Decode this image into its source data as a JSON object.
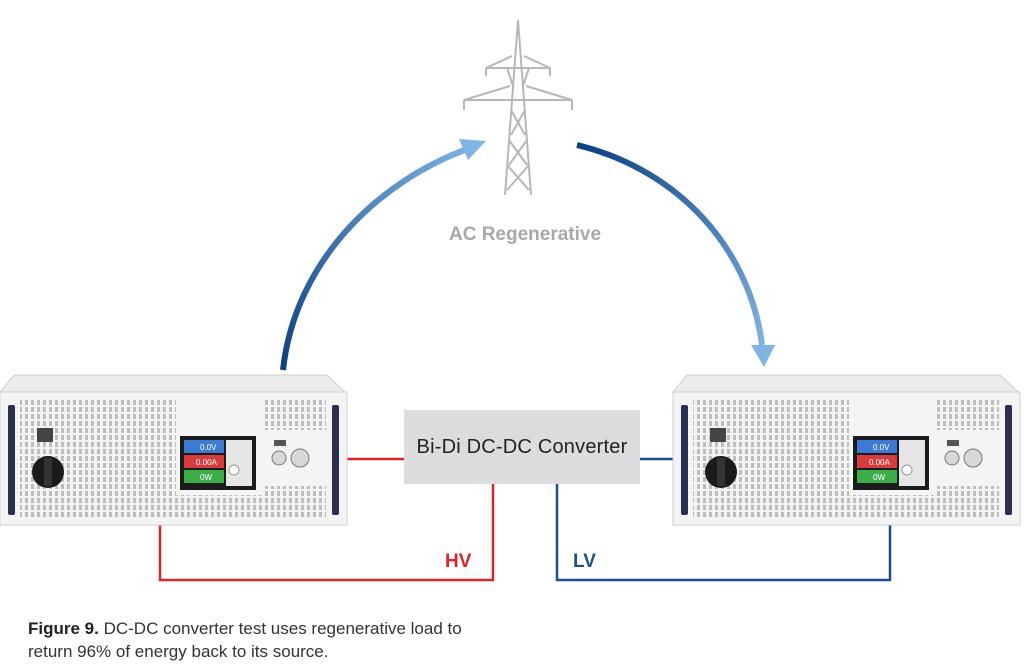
{
  "diagram": {
    "ac_label": "AC Regenerative",
    "converter_label": "Bi-Di DC-DC Converter",
    "hv_label": "HV",
    "lv_label": "LV"
  },
  "devices": {
    "left_screen": {
      "voltage": "0.0V",
      "current": "0.00A",
      "power": "0W"
    },
    "right_screen": {
      "voltage": "0.0V",
      "current": "0.00A",
      "power": "0W"
    }
  },
  "colors": {
    "hv_wire": "#d7262c",
    "lv_wire": "#1c4f8f",
    "arrow_dark": "#0c3f82",
    "arrow_light": "#7fb4e4",
    "converter_fill": "#dcdcde",
    "tower": "#b7b7b7"
  },
  "caption": {
    "label": "Figure 9.",
    "text": " DC-DC converter test uses regenerative load to return 96% of energy back to its source."
  }
}
